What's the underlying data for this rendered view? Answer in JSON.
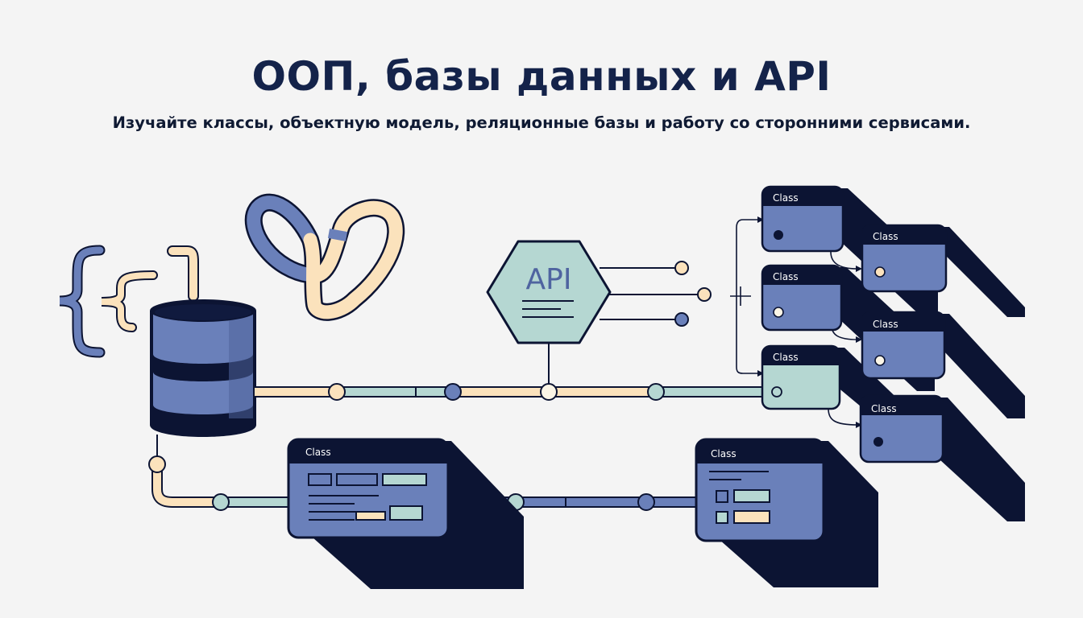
{
  "header": {
    "title": "ООП, базы данных и API",
    "subtitle": "Изучайте классы, объектную модель, реляционные базы и работу со сторонними сервисами."
  },
  "api_node": {
    "label": "API"
  },
  "class_cards": {
    "top": "Class",
    "top_second": "Class",
    "middle": "Class",
    "middle_second": "Class",
    "highlighted": "Class",
    "bottom_right": "Class",
    "lower_left": "Class",
    "lower_right": "Class"
  },
  "colors": {
    "navy": "#0c1433",
    "periwinkle": "#6a80ba",
    "mint": "#b5d7d2",
    "cream": "#fbe2bc",
    "title_text": "#14234a"
  },
  "icons": [
    "curly-brace-icon",
    "infinity-loop-icon",
    "database-icon",
    "hexagon-api-icon",
    "plus-icon"
  ]
}
